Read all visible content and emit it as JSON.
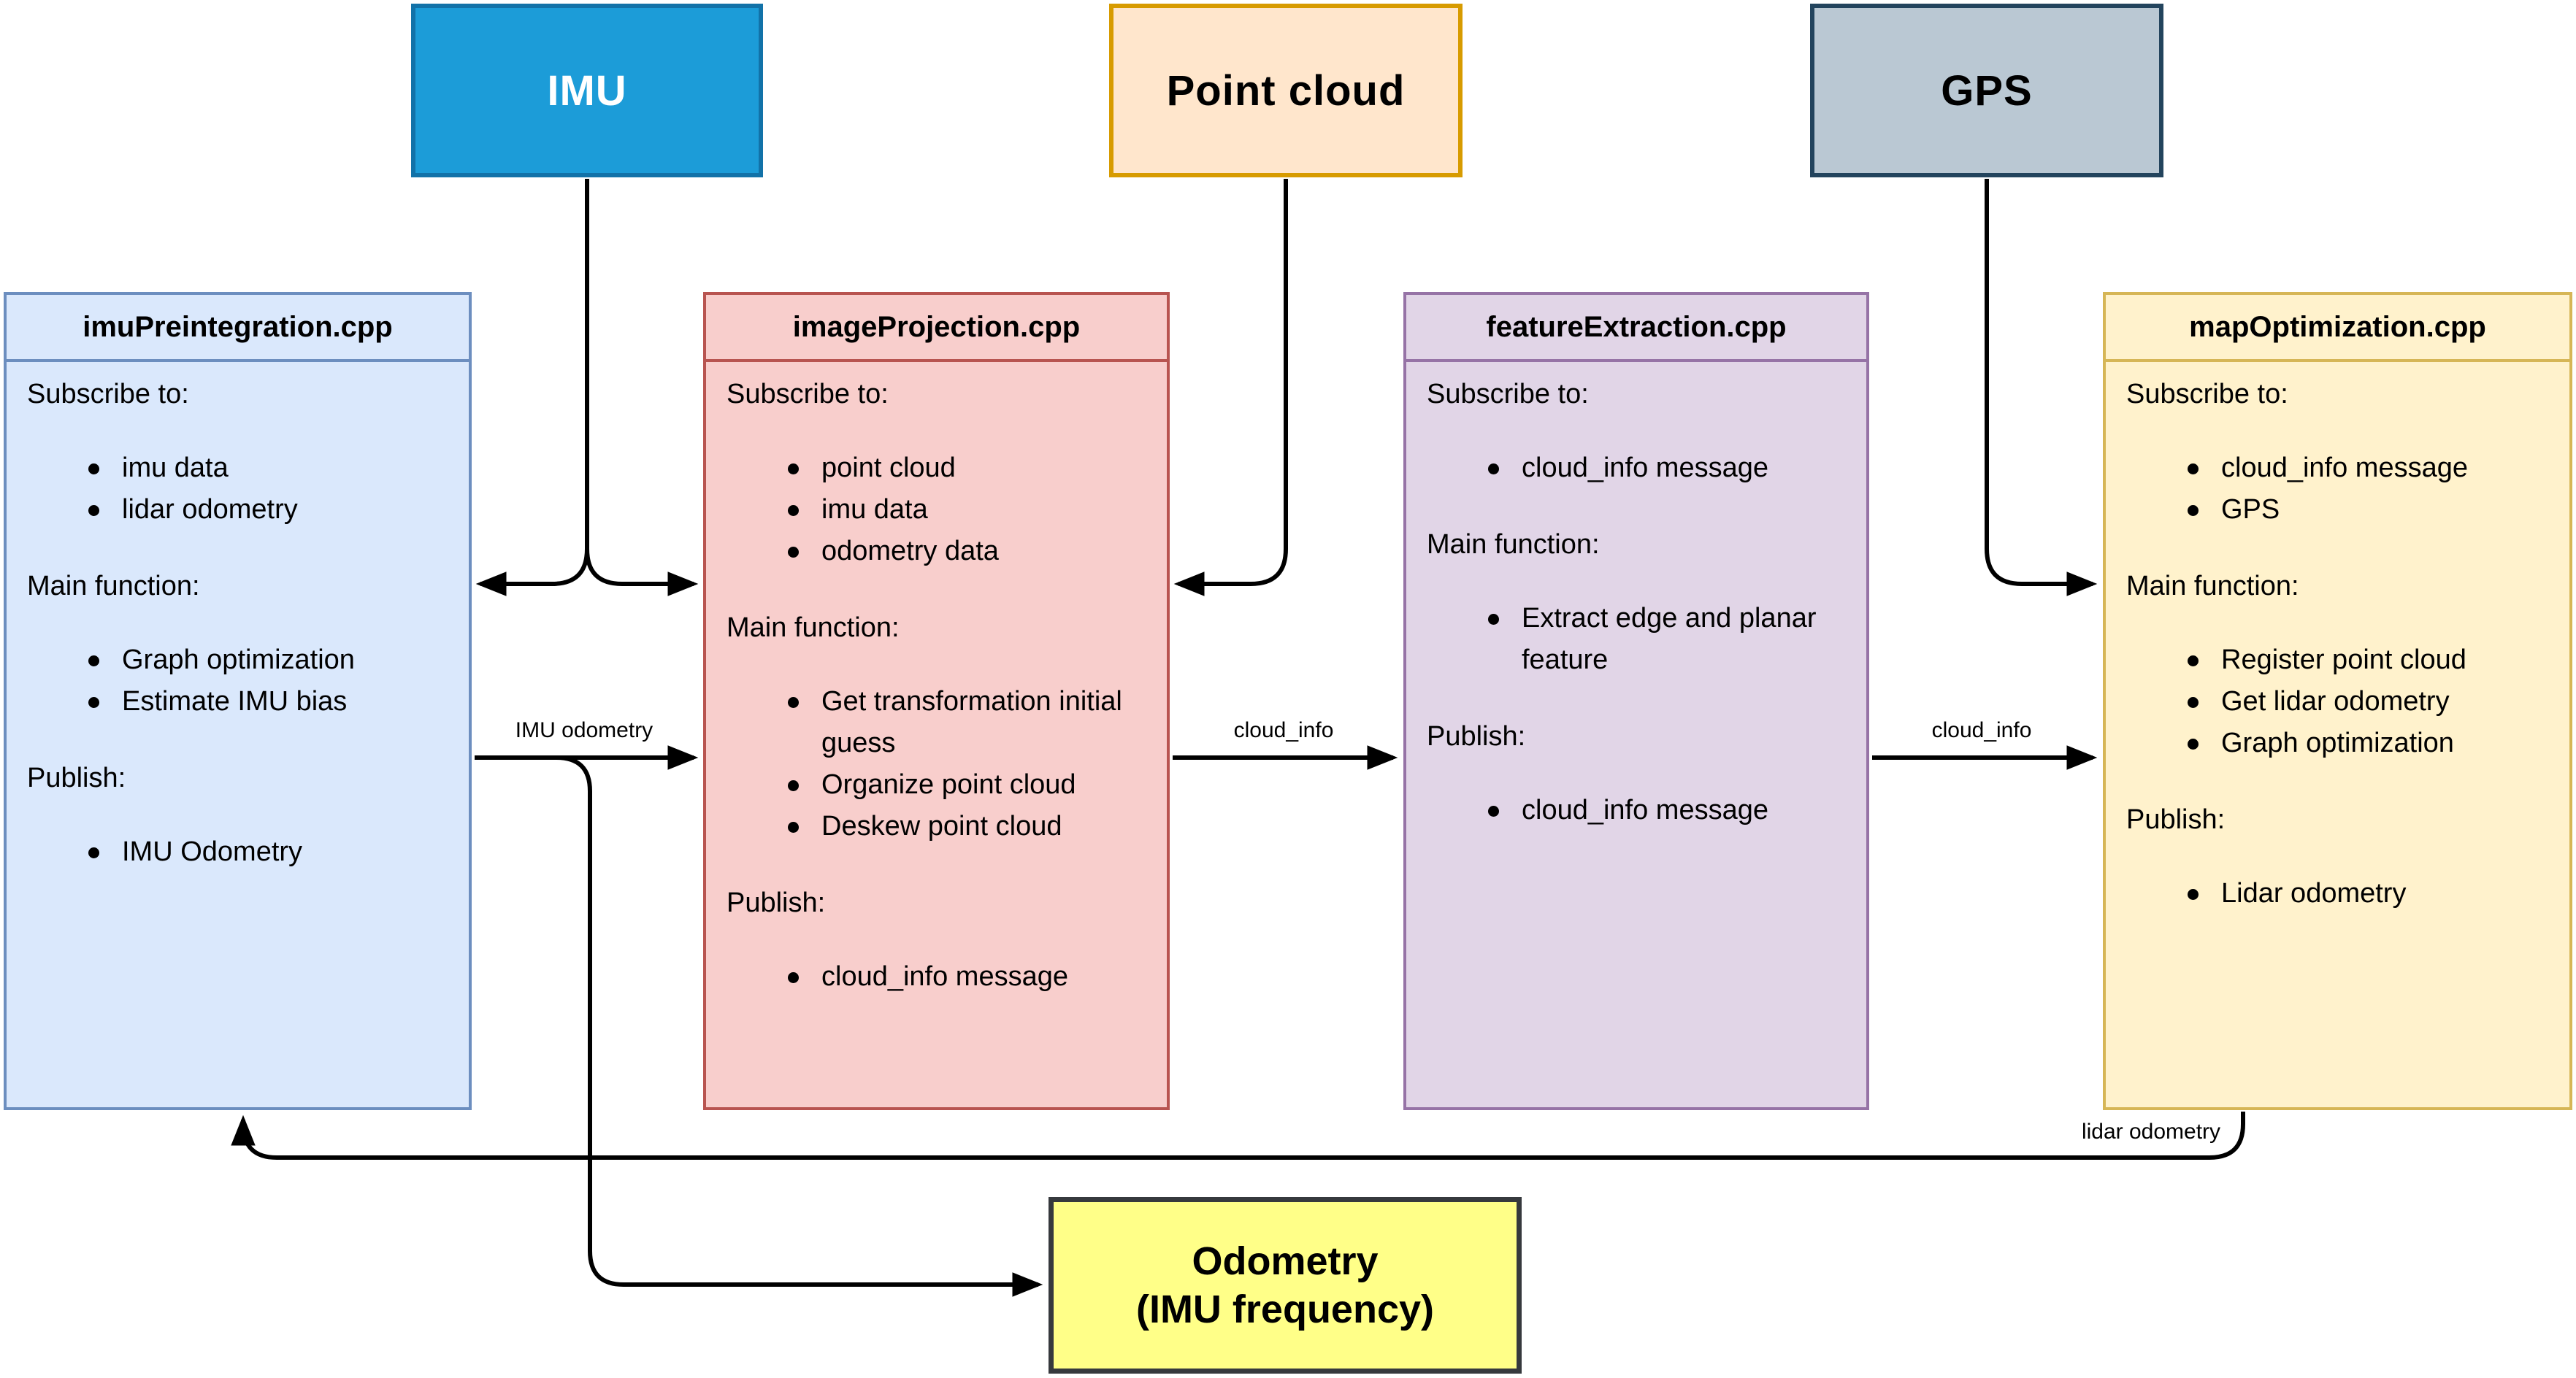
{
  "sources": [
    {
      "label": "IMU",
      "fill": "#1C9CD8",
      "border": "#1272A8",
      "text_color": "#FFFFFF"
    },
    {
      "label": "Point cloud",
      "fill": "#FFE6CC",
      "border": "#D79B00",
      "text_color": "#000000"
    },
    {
      "label": "GPS",
      "fill": "#BAC8D3",
      "border": "#23445D",
      "text_color": "#000000"
    }
  ],
  "modules": [
    {
      "title": "imuPreintegration.cpp",
      "fill": "#DAE8FC",
      "border": "#6C8EBF",
      "sections": [
        {
          "heading": "Subscribe to:",
          "items": [
            "imu data",
            "lidar odometry"
          ]
        },
        {
          "heading": "Main function:",
          "items": [
            "Graph optimization",
            "Estimate IMU bias"
          ]
        },
        {
          "heading": "Publish:",
          "items": [
            "IMU Odometry"
          ]
        }
      ]
    },
    {
      "title": "imageProjection.cpp",
      "fill": "#F8CECC",
      "border": "#B85450",
      "sections": [
        {
          "heading": "Subscribe to:",
          "items": [
            "point cloud",
            "imu data",
            "odometry data"
          ]
        },
        {
          "heading": "Main function:",
          "items": [
            "Get transformation initial guess",
            "Organize point cloud",
            "Deskew point cloud"
          ]
        },
        {
          "heading": "Publish:",
          "items": [
            "cloud_info message"
          ]
        }
      ]
    },
    {
      "title": "featureExtraction.cpp",
      "fill": "#E1D5E7",
      "border": "#9673A6",
      "sections": [
        {
          "heading": "Subscribe to:",
          "items": [
            "cloud_info message"
          ]
        },
        {
          "heading": "Main function:",
          "items": [
            "Extract edge and planar feature"
          ]
        },
        {
          "heading": "Publish:",
          "items": [
            "cloud_info message"
          ]
        }
      ]
    },
    {
      "title": "mapOptimization.cpp",
      "fill": "#FFF2CC",
      "border": "#D6B656",
      "sections": [
        {
          "heading": "Subscribe to:",
          "items": [
            "cloud_info message",
            "GPS"
          ]
        },
        {
          "heading": "Main function:",
          "items": [
            "Register point cloud",
            "Get lidar odometry",
            "Graph optimization"
          ]
        },
        {
          "heading": "Publish:",
          "items": [
            "Lidar odometry"
          ]
        }
      ]
    }
  ],
  "output": {
    "line1": "Odometry",
    "line2": "(IMU frequency)",
    "fill": "#FFFF88",
    "border": "#36393D"
  },
  "edges": [
    {
      "from": "IMU",
      "to": "imuPreintegration.cpp",
      "label": ""
    },
    {
      "from": "IMU",
      "to": "imageProjection.cpp",
      "label": ""
    },
    {
      "from": "Point cloud",
      "to": "imageProjection.cpp",
      "label": ""
    },
    {
      "from": "GPS",
      "to": "mapOptimization.cpp",
      "label": ""
    },
    {
      "from": "imuPreintegration.cpp",
      "to": "imageProjection.cpp",
      "label": "IMU odometry"
    },
    {
      "from": "imuPreintegration.cpp",
      "to": "Odometry (IMU frequency)",
      "label": ""
    },
    {
      "from": "imageProjection.cpp",
      "to": "featureExtraction.cpp",
      "label": "cloud_info"
    },
    {
      "from": "featureExtraction.cpp",
      "to": "mapOptimization.cpp",
      "label": "cloud_info"
    },
    {
      "from": "mapOptimization.cpp",
      "to": "imuPreintegration.cpp",
      "label": "lidar odometry"
    }
  ],
  "edge_color": "#000000"
}
